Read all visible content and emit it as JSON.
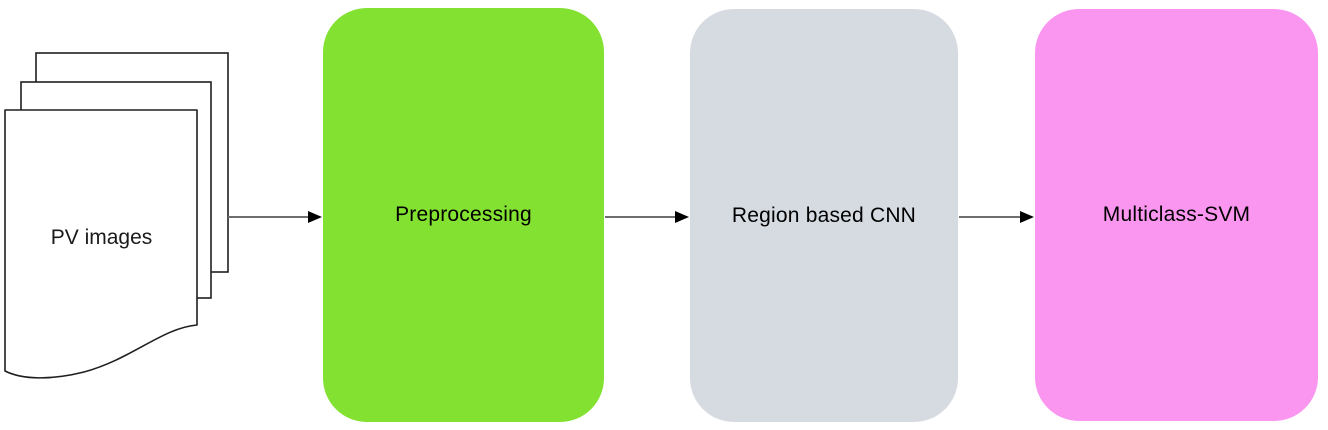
{
  "diagram": {
    "type": "flowchart",
    "background": "#ffffff",
    "nodes": [
      {
        "id": "pv-images",
        "label": "PV images",
        "shape": "document-stack",
        "fill": "#ffffff",
        "stroke": "#1f1f1f"
      },
      {
        "id": "preprocessing",
        "label": "Preprocessing",
        "shape": "rounded-rectangle",
        "fill": "#83e231",
        "text_color": "#000000"
      },
      {
        "id": "region-based-cnn",
        "label": "Region based CNN",
        "shape": "rounded-rectangle",
        "fill": "#d6dbe2",
        "text_color": "#000000"
      },
      {
        "id": "multiclass-svm",
        "label": "Multiclass-SVM",
        "shape": "rounded-rectangle",
        "fill": "#fa96f0",
        "text_color": "#000000"
      }
    ],
    "edges": [
      {
        "from": "pv-images",
        "to": "preprocessing",
        "style": "arrow-right"
      },
      {
        "from": "preprocessing",
        "to": "region-based-cnn",
        "style": "arrow-right"
      },
      {
        "from": "region-based-cnn",
        "to": "multiclass-svm",
        "style": "arrow-right"
      }
    ],
    "connector": {
      "line_color": "#6e6e6e",
      "arrowhead_color": "#000000"
    }
  }
}
